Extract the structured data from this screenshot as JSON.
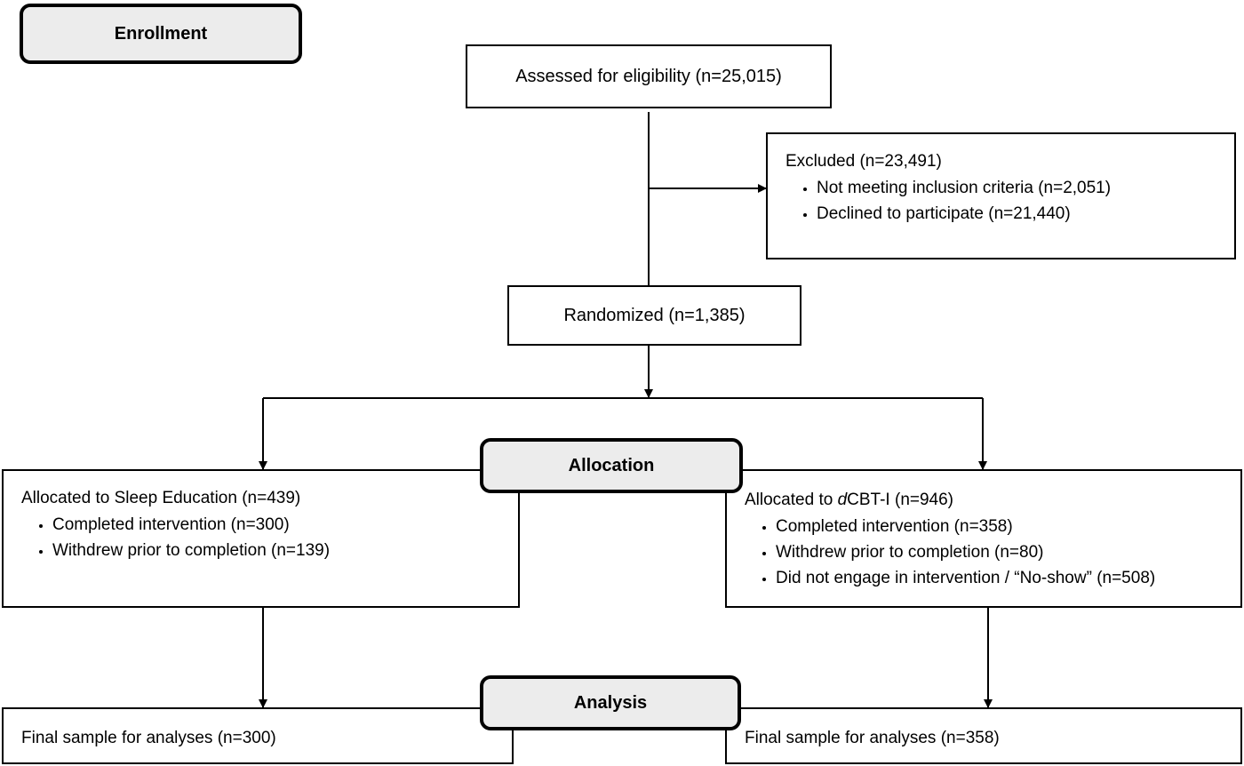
{
  "stages": {
    "enrollment": "Enrollment",
    "allocation": "Allocation",
    "analysis": "Analysis"
  },
  "assessed": "Assessed for eligibility (n=25,015)",
  "excluded": {
    "title": "Excluded (n=23,491)",
    "items": [
      "Not meeting inclusion criteria (n=2,051)",
      "Declined to participate (n=21,440)"
    ]
  },
  "randomized": "Randomized (n=1,385)",
  "sleep_education": {
    "title": "Allocated to Sleep Education (n=439)",
    "items": [
      "Completed intervention (n=300)",
      "Withdrew prior to completion (n=139)"
    ]
  },
  "dcbt": {
    "title_italic": "d",
    "title_rest": "CBT-I (n=946)",
    "title_prefix": "Allocated to ",
    "items": [
      "Completed intervention (n=358)",
      "Withdrew prior to completion (n=80)",
      "Did not engage in intervention / “No-show” (n=508)"
    ]
  },
  "final_left": "Final sample for analyses (n=300)",
  "final_right": "Final sample for analyses (n=358)"
}
